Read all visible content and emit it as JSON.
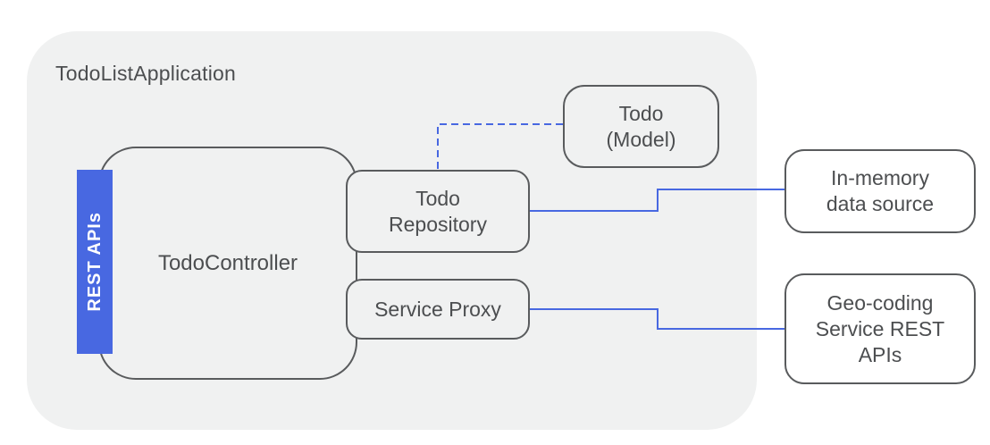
{
  "diagram": {
    "title": "TodoListApplication",
    "colors": {
      "accent_blue": "#4868e1",
      "container_fill": "#f0f1f1",
      "border_gray": "#595b5d",
      "text_gray": "#4c4e50"
    },
    "nodes": {
      "rest_apis": {
        "label": "REST APIs"
      },
      "controller": {
        "label": "TodoController"
      },
      "repository": {
        "lines": [
          "Todo",
          "Repository"
        ]
      },
      "service_proxy": {
        "label": "Service Proxy"
      },
      "model": {
        "lines": [
          "Todo",
          "(Model)"
        ]
      },
      "in_memory": {
        "lines": [
          "In-memory",
          "data source"
        ]
      },
      "geocoding": {
        "lines": [
          "Geo-coding",
          "Service REST",
          "APIs"
        ]
      }
    },
    "edges": [
      {
        "from": "repository",
        "to": "in_memory",
        "style": "solid"
      },
      {
        "from": "service_proxy",
        "to": "geocoding",
        "style": "solid"
      },
      {
        "from": "repository",
        "to": "model",
        "style": "dashed"
      }
    ]
  }
}
